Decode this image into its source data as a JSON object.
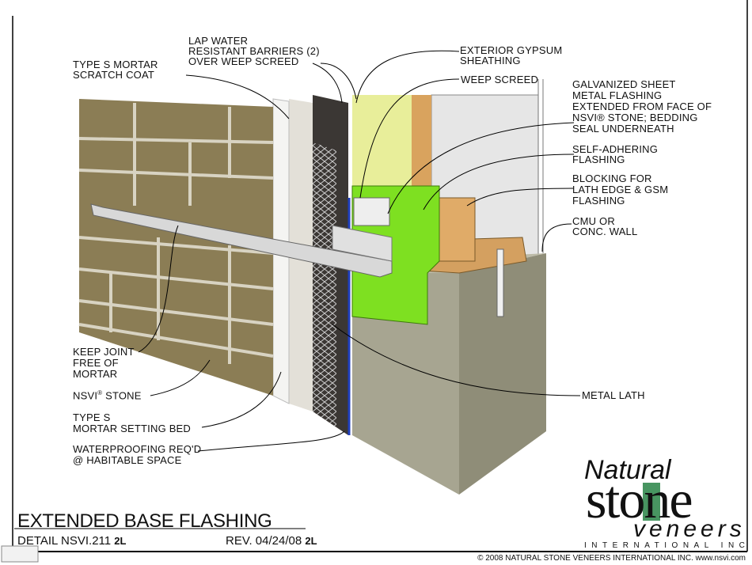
{
  "labels": {
    "lap_water": "LAP WATER\nRESISTANT BARRIERS (2)\nOVER WEEP SCREED",
    "type_s_scratch": "TYPE S MORTAR\nSCRATCH COAT",
    "exterior_gypsum": "EXTERIOR GYPSUM\nSHEATHING",
    "weep_screed": "WEEP SCREED",
    "galvanized": "GALVANIZED SHEET\nMETAL FLASHING\nEXTENDED FROM FACE OF\nNSVI® STONE; BEDDING\nSEAL UNDERNEATH",
    "self_adhering": "SELF-ADHERING\nFLASHING",
    "blocking": "BLOCKING FOR\nLATH EDGE & GSM\nFLASHING",
    "cmu": "CMU OR\nCONC. WALL",
    "keep_joint": "KEEP JOINT\nFREE OF\nMORTAR",
    "nsvi_stone": "NSVI",
    "nsvi_stone_reg": "®",
    "nsvi_stone_suffix": " STONE",
    "type_s_setting": "TYPE S\nMORTAR SETTING BED",
    "waterproofing": "WATERPROOFING REQ'D\n@ HABITABLE SPACE",
    "metal_lath": "METAL LATH"
  },
  "title_block": {
    "title": "EXTENDED BASE FLASHING",
    "detail": "DETAIL NSVI.211",
    "detail_suffix": "2L",
    "rev": "REV. 04/24/08",
    "rev_suffix": "2L",
    "copyright": "© 2008 NATURAL STONE VENEERS INTERNATIONAL INC.    www.nsvi.com"
  },
  "logo": {
    "line1": "Natural",
    "line2": "stone",
    "line3": "veneers",
    "line4": "INTERNATIONAL INC"
  },
  "colors": {
    "gypsum": "#e8ee9a",
    "flashing_green": "#7ee021",
    "wood": "#d9a35e",
    "concrete": "#a7a591",
    "lath": "#3b3734",
    "stone": "#8b7d55",
    "blue_barrier": "#1f3fbf"
  }
}
